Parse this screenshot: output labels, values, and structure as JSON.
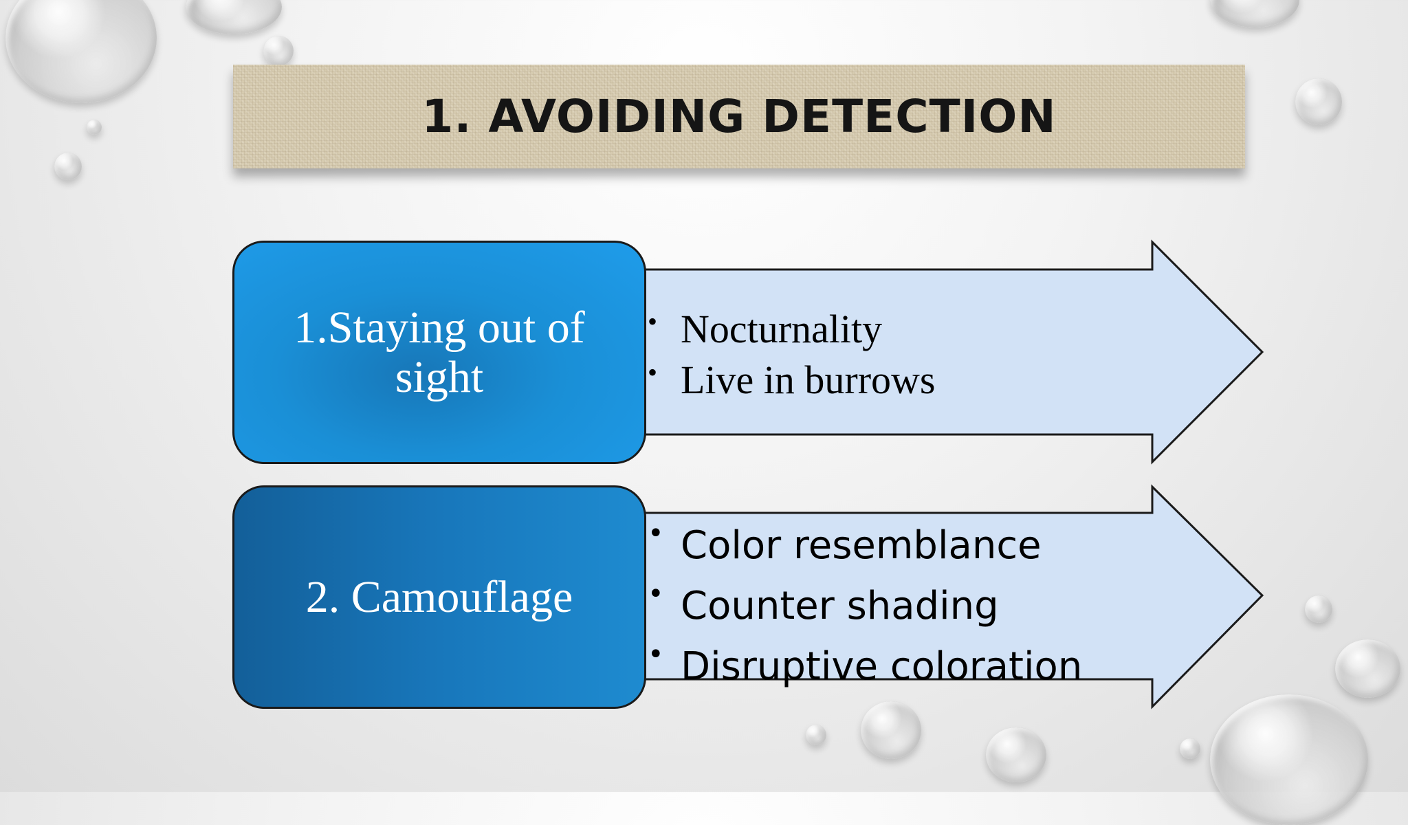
{
  "slide": {
    "title": "1. AVOIDING DETECTION",
    "rows": [
      {
        "label": "1.Staying out of sight",
        "bullets": [
          "Nocturnality",
          "Live in burrows"
        ]
      },
      {
        "label": "2. Camouflage",
        "bullets": [
          "Color resemblance",
          "Counter shading",
          "Disruptive coloration"
        ]
      }
    ]
  },
  "colors": {
    "box1": "#1f9cea",
    "box2": "#1877bb",
    "arrow_fill": "#d2e2f6",
    "title_banner": "#d6cbb0"
  }
}
